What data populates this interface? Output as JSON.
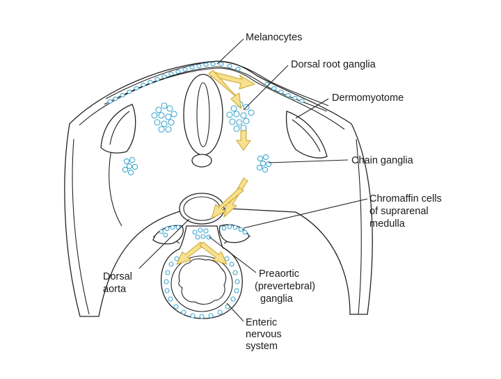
{
  "colors": {
    "neural_crest_cells": "#3aa6d0",
    "migration_arrows": "#f7e08e",
    "arrow_outline": "#c9a52d",
    "line_art": "#222222",
    "background": "#ffffff"
  },
  "labels": {
    "melanocytes": [
      "Melanocytes"
    ],
    "dorsal_root_ganglia": [
      "Dorsal root ganglia"
    ],
    "dermomyotome": [
      "Dermomyotome"
    ],
    "chain_ganglia": [
      "Chain ganglia"
    ],
    "chromaffin": [
      "Chromaffin cells",
      "of suprarenal",
      "medulla"
    ],
    "dorsal_aorta": [
      "Dorsal",
      "aorta"
    ],
    "preaortic": [
      "Preaortic",
      "(prevertebral)",
      "ganglia"
    ],
    "enteric": [
      "Enteric",
      "nervous",
      "system"
    ]
  }
}
